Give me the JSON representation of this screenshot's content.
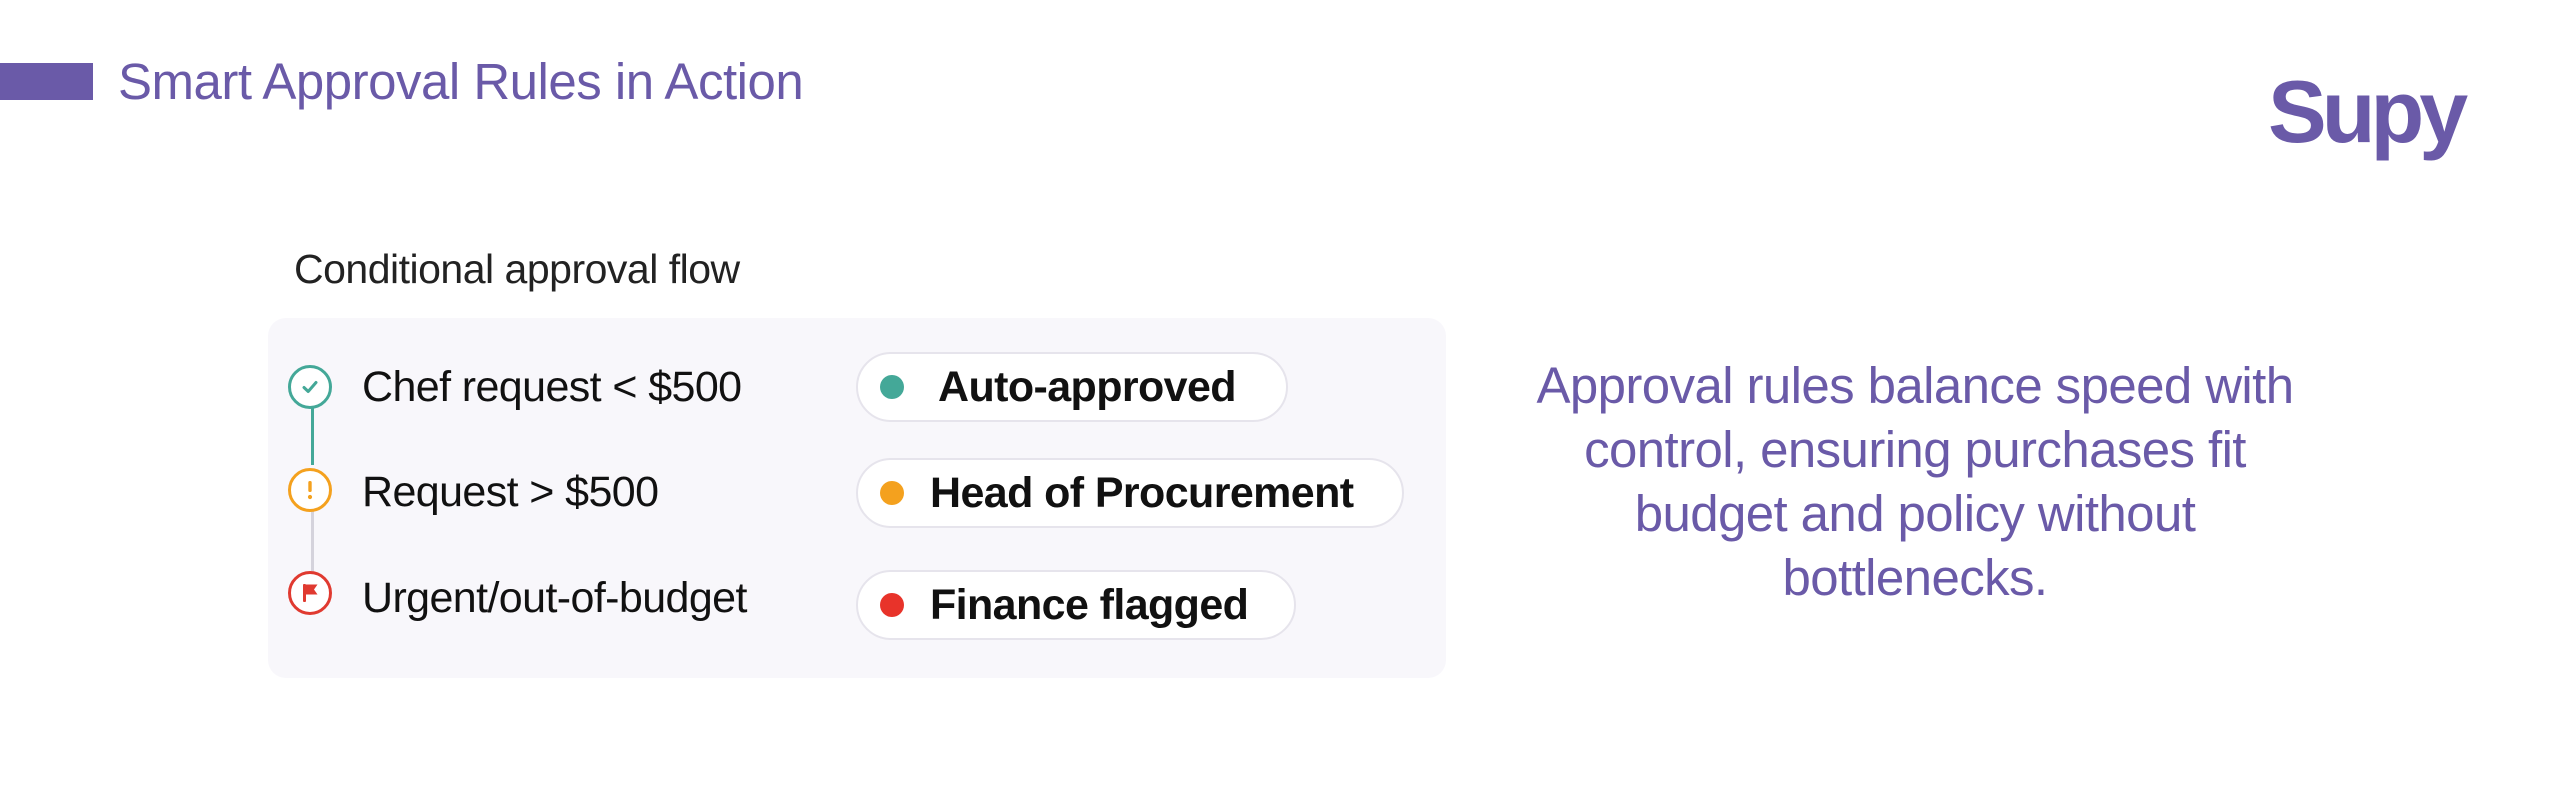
{
  "header": {
    "title": "Smart Approval Rules in Action",
    "brand_color": "#6a5aa8"
  },
  "logo": {
    "text": "Supy",
    "icon": "supy-logo"
  },
  "flow": {
    "label": "Conditional approval flow",
    "rules": [
      {
        "condition": "Chef request < $500",
        "icon": "check-icon",
        "color": "#44a898",
        "result": "Auto-approved",
        "dot_color": "#44a898"
      },
      {
        "condition": "Request > $500",
        "icon": "alert-icon",
        "color": "#f4a11e",
        "result": "Head of Procurement",
        "dot_color": "#f4a11e"
      },
      {
        "condition": "Urgent/out-of-budget",
        "icon": "flag-icon",
        "color": "#e03a30",
        "result": "Finance flagged",
        "dot_color": "#e8332a"
      }
    ],
    "connector_colors": [
      "#44a898",
      "#d5d3dc"
    ]
  },
  "summary": {
    "text": "Approval rules balance speed with control, ensuring purchases fit budget and policy without bottlenecks."
  }
}
